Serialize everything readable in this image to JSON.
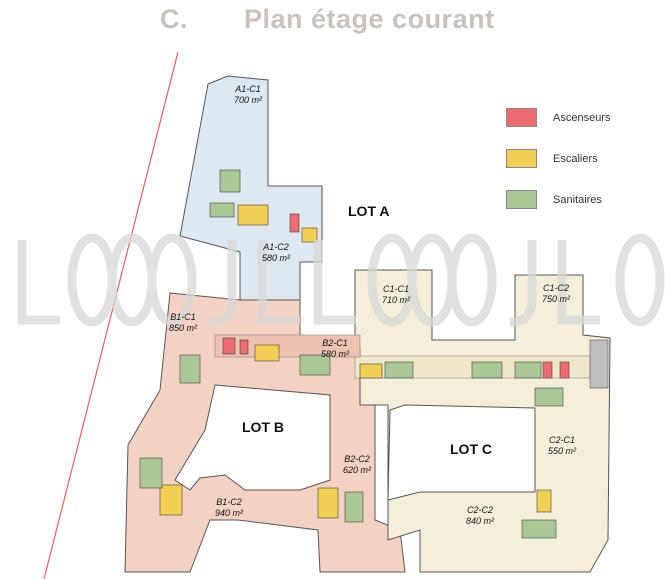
{
  "title": {
    "letter": "C.",
    "text": "Plan étage courant"
  },
  "legend": [
    {
      "label": "Ascenseurs",
      "color": "#ee6b72"
    },
    {
      "label": "Escaliers",
      "color": "#f2cf52"
    },
    {
      "label": "Sanitaires",
      "color": "#a9c896"
    }
  ],
  "lots": {
    "a": "LOT A",
    "b": "LOT B",
    "c": "LOT C"
  },
  "zones": {
    "a1c1": {
      "name": "A1-C1",
      "area": "700 m²"
    },
    "a1c2": {
      "name": "A1-C2",
      "area": "580 m²"
    },
    "b1c1": {
      "name": "B1-C1",
      "area": "850 m²"
    },
    "b2c1": {
      "name": "B2-C1",
      "area": "580 m²"
    },
    "b2c2": {
      "name": "B2-C2",
      "area": "620 m²"
    },
    "b1c2": {
      "name": "B1-C2",
      "area": "940 m²"
    },
    "c1c1": {
      "name": "C1-C1",
      "area": "710 m²"
    },
    "c1c2": {
      "name": "C1-C2",
      "area": "750 m²"
    },
    "c2c1": {
      "name": "C2-C1",
      "area": "550 m²"
    },
    "c2c2": {
      "name": "C2-C2",
      "area": "840 m²"
    }
  },
  "colors": {
    "lot_a": "#dde8f1",
    "lot_b": "#f4d2c3",
    "lot_c": "#f5efd9",
    "watermark": "#d8d8d8"
  }
}
